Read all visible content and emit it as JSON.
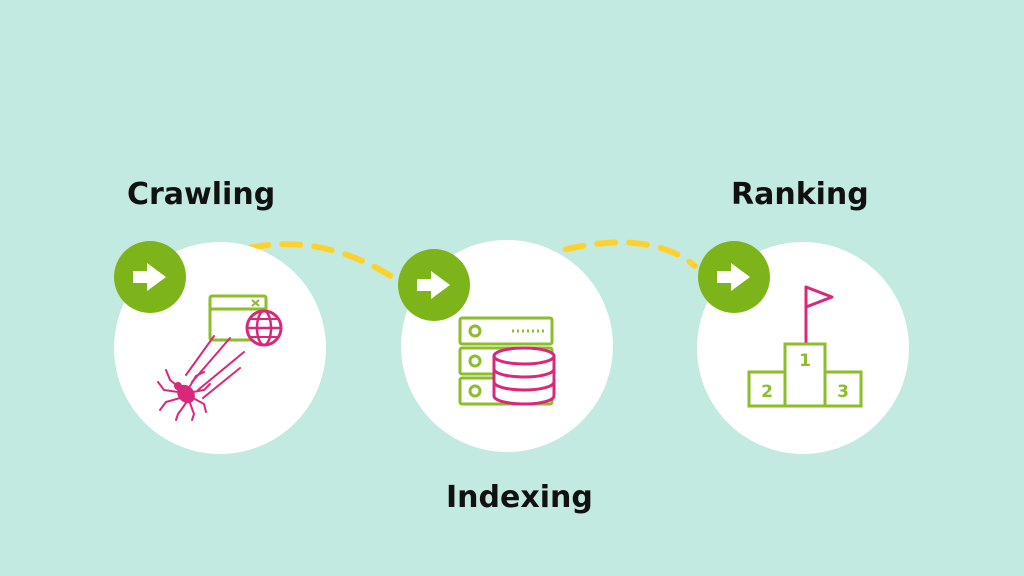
{
  "colors": {
    "background": "#c2eae1",
    "circle": "#ffffff",
    "badge": "#7cb41a",
    "arrow": "#ffffff",
    "path": "#ffd12f",
    "icon_green": "#8cbd2a",
    "icon_pink": "#d9287a",
    "label": "#111111"
  },
  "icons": [
    "arrow-right-icon",
    "browser-window-icon",
    "globe-icon",
    "spider-icon",
    "server-icon",
    "database-icon",
    "flag-icon",
    "podium-icon"
  ],
  "steps": [
    {
      "label": "Crawling"
    },
    {
      "label": "Indexing"
    },
    {
      "label": "Ranking"
    }
  ],
  "podium": {
    "first": "1",
    "second": "2",
    "third": "3"
  }
}
